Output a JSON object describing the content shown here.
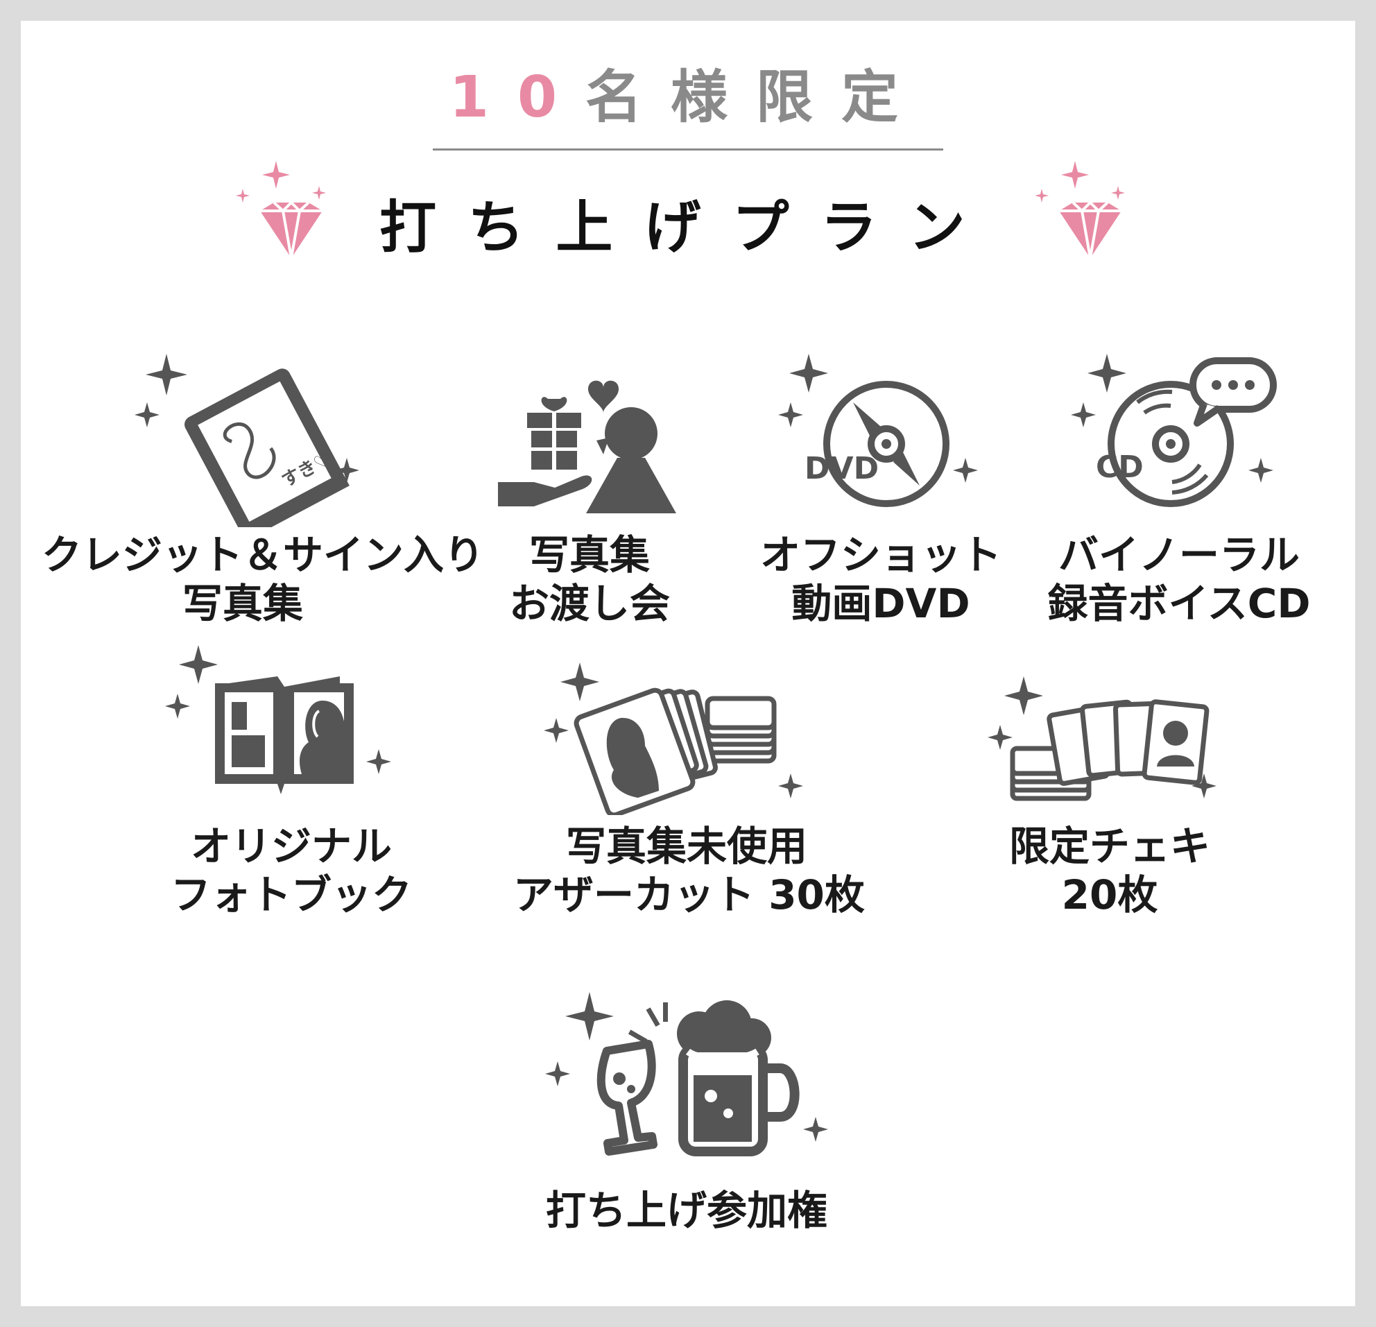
{
  "header": {
    "limit_number": "10",
    "limit_text": "名様限定",
    "plan_title": "打ち上げプラン"
  },
  "colors": {
    "accent_pink": "#e88aa3",
    "gray": "#8a8a8a",
    "icon": "#555555",
    "text": "#1a1a1a"
  },
  "items": [
    {
      "icon": "signed-photobook-icon",
      "line1": "クレジット＆サイン入り",
      "line2": "写真集",
      "sign_text": "すき♡"
    },
    {
      "icon": "gift-handover-icon",
      "line1": "写真集",
      "line2": "お渡し会"
    },
    {
      "icon": "dvd-icon",
      "line1": "オフショット",
      "line2": "動画DVD",
      "disc_text": "DVD"
    },
    {
      "icon": "cd-voice-icon",
      "line1": "バイノーラル",
      "line2": "録音ボイスCD",
      "disc_text": "CD"
    },
    {
      "icon": "open-photobook-icon",
      "line1": "オリジナル",
      "line2": "フォトブック"
    },
    {
      "icon": "photo-cards-icon",
      "line1": "写真集未使用",
      "line2": "アザーカット 30枚"
    },
    {
      "icon": "instant-photos-icon",
      "line1": "限定チェキ",
      "line2": "20枚"
    },
    {
      "icon": "toast-drinks-icon",
      "line1": "打ち上げ参加権"
    }
  ]
}
